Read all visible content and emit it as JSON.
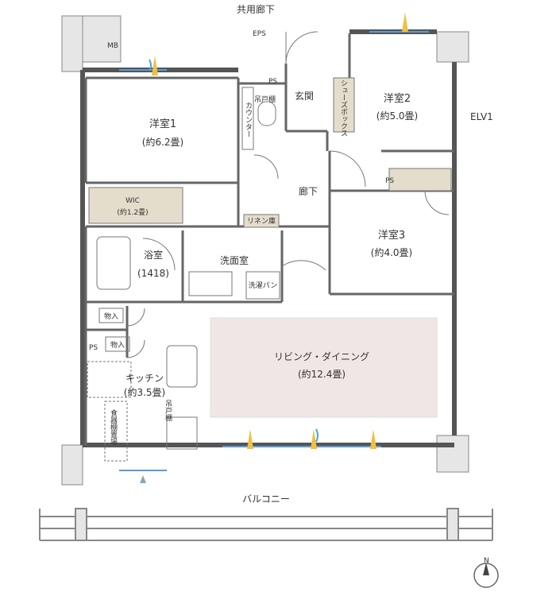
{
  "corridor_label": "共用廊下",
  "mb_label": "MB",
  "eps_label": "EPS",
  "ps_label": "PS",
  "elv_label": "ELV1",
  "balcony_label": "バルコニー",
  "north_label": "N",
  "rooms": {
    "western1": {
      "name": "洋室1",
      "size": "(約6.2畳)"
    },
    "wic": {
      "name": "WIC",
      "size": "(約1.2畳)"
    },
    "entrance": {
      "name": "玄関"
    },
    "shoebox": {
      "name": "シューズボックス"
    },
    "western2": {
      "name": "洋室2",
      "size": "(約5.0畳)"
    },
    "hallway": {
      "name": "廊下"
    },
    "western3": {
      "name": "洋室3",
      "size": "(約4.0畳)"
    },
    "linen": {
      "name": "リネン庫"
    },
    "bath": {
      "name": "浴室",
      "size": "(1418)"
    },
    "washroom": {
      "name": "洗面室"
    },
    "laundry_pan": {
      "name": "洗濯パン"
    },
    "storage1": {
      "name": "物入"
    },
    "storage2": {
      "name": "物入"
    },
    "kitchen": {
      "name": "キッチン",
      "size": "(約3.5畳)"
    },
    "living": {
      "name": "リビング・ダイニング",
      "size": "(約12.4畳)"
    },
    "toilet_counter": {
      "name": "カウンター"
    },
    "toilet_shelf": {
      "name": "吊戸棚"
    },
    "kitchen_shelf": {
      "name": "吊戸棚"
    },
    "pantry": {
      "name": "食器棚置場"
    }
  }
}
